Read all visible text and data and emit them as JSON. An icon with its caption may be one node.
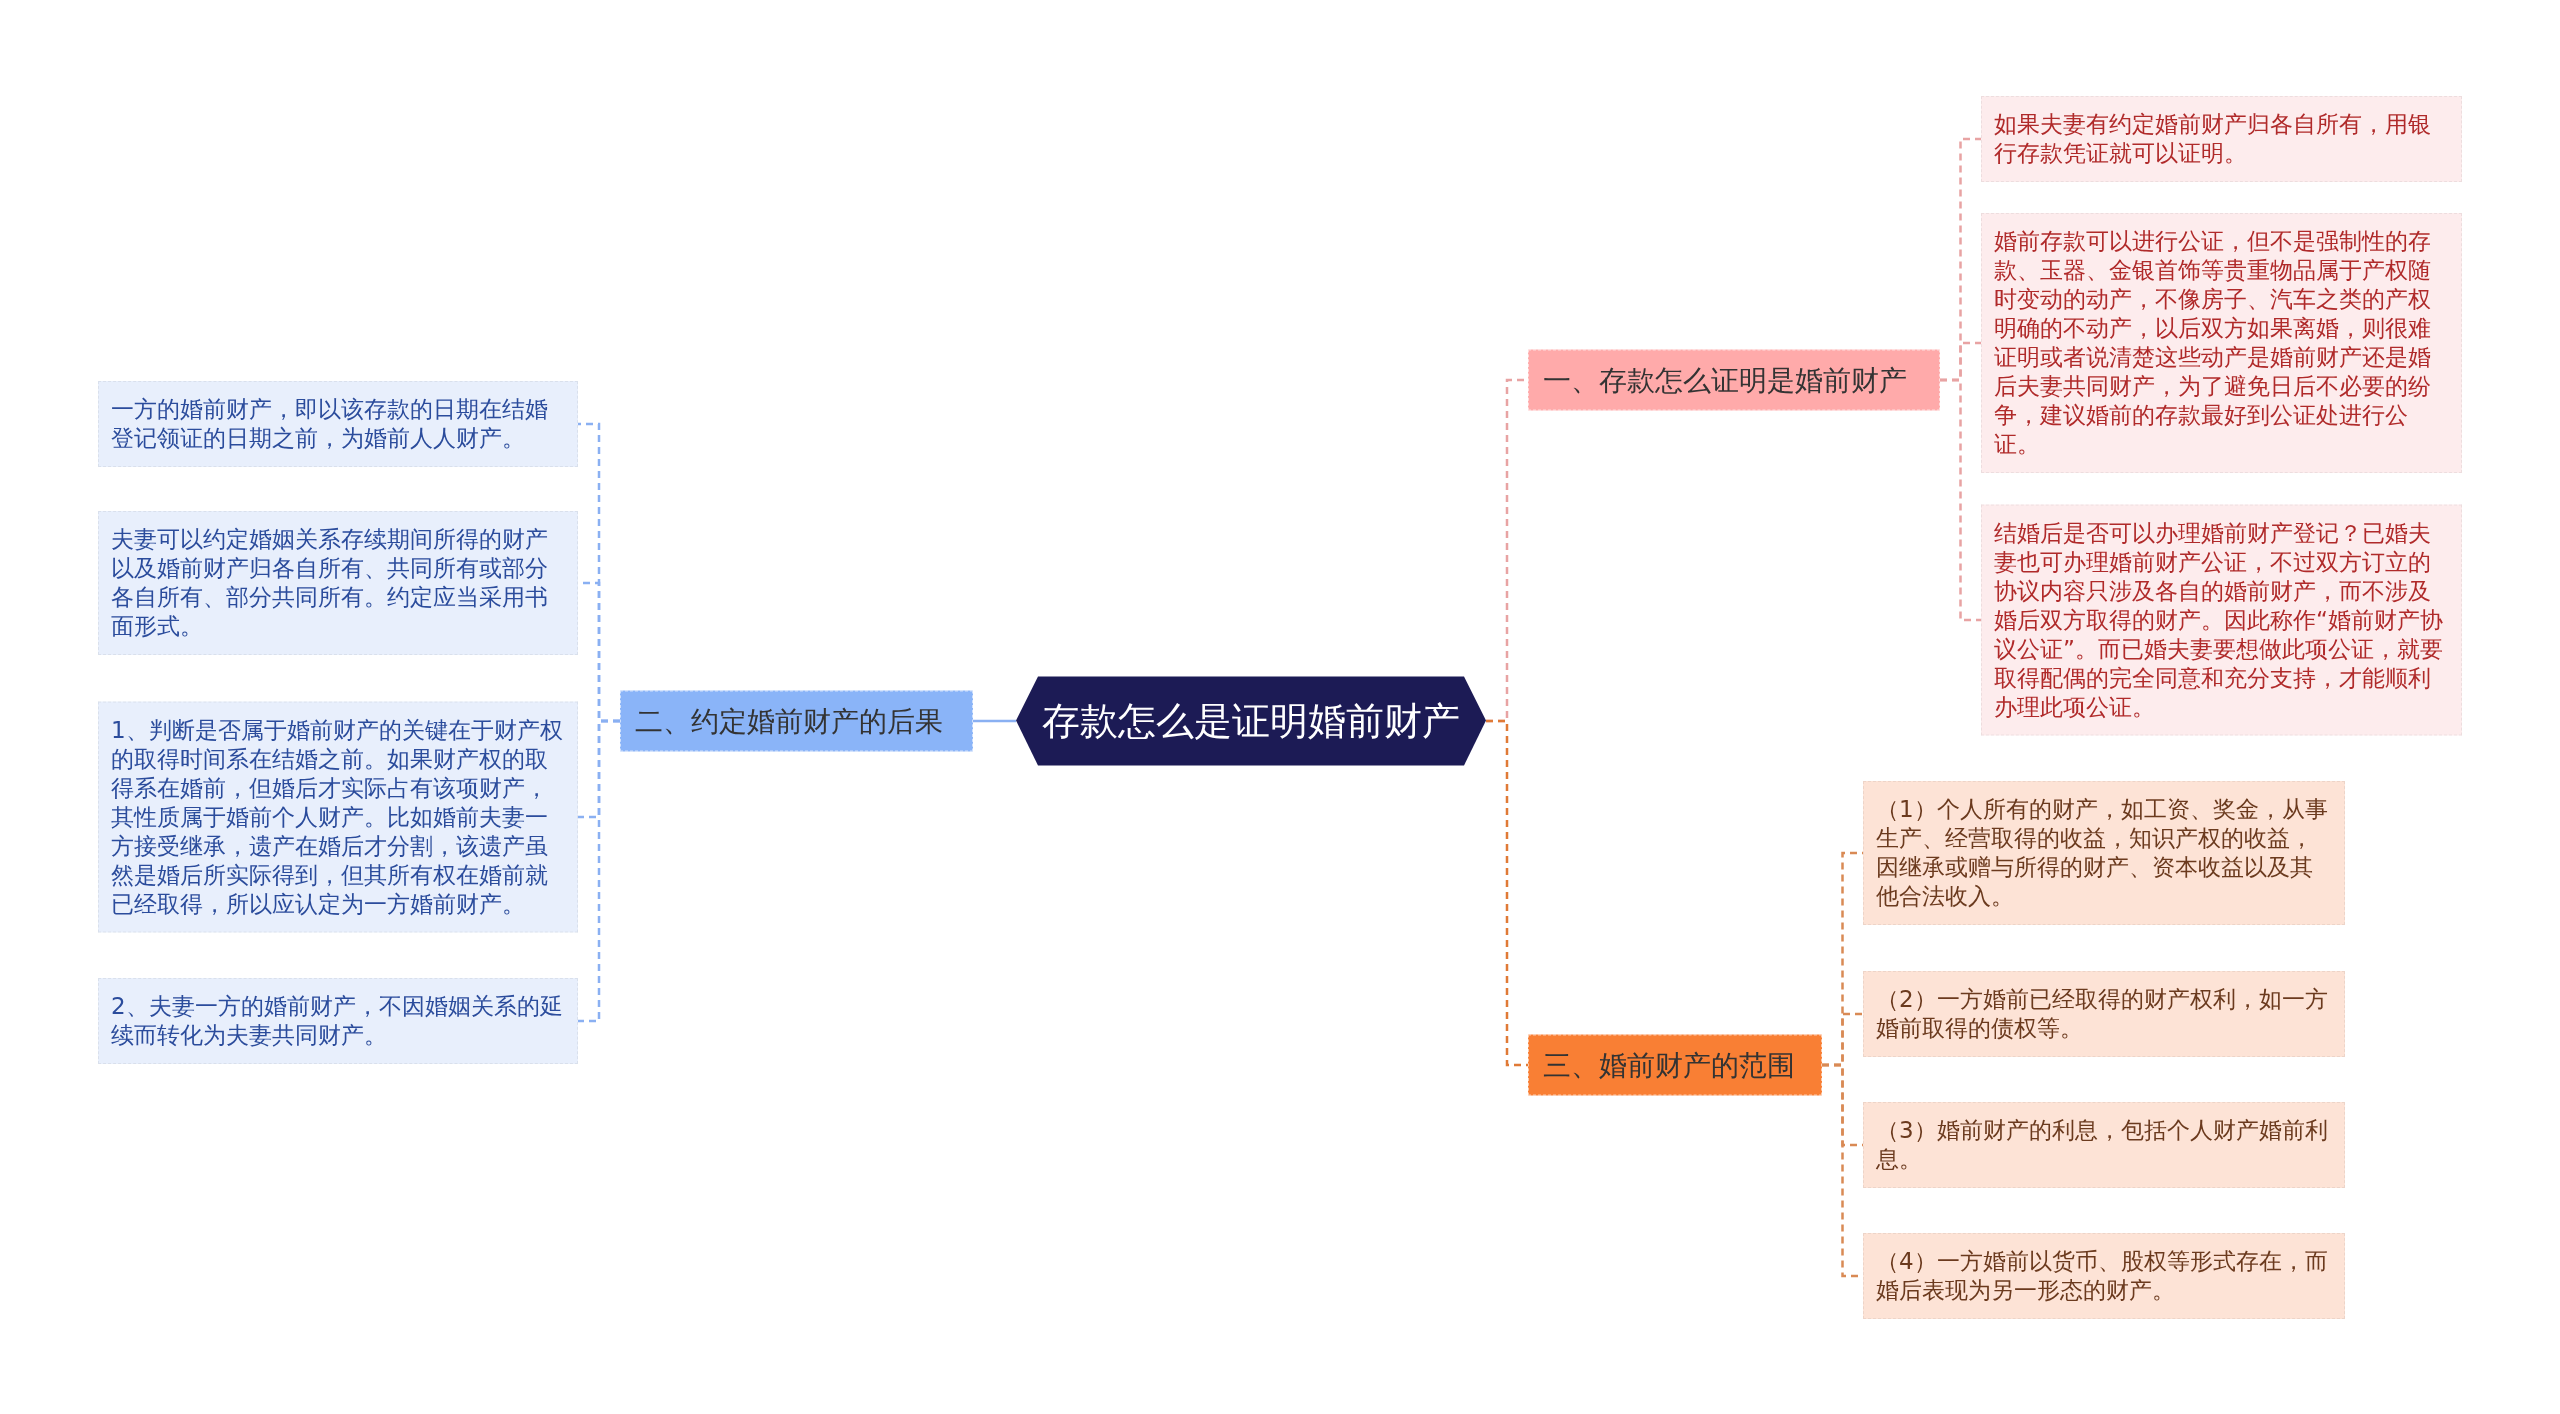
{
  "diagram": {
    "nodes": [
      {
        "text": [
          "存款怎么是证明婚前财产"
        ]
      },
      {
        "text": [
          "一、存款怎么证明是婚前财产"
        ]
      },
      {
        "text": [
          "如果夫妻有约定婚前财产归各自所有，用银行存款凭证就可以证明。"
        ]
      },
      {
        "text": [
          "婚前存款可以进行公证，但不是强制性的存款、玉器、金银首饰等贵重物品属于产权随时变动的动产，不像房子、汽车之类的产权明确的不动产，以后双方如果离婚，则很难证明或者说清楚这些动产是婚前财产还是婚后夫妻共同财产，为了避免日后不必要的纷争，建议婚前的存款最好到公证处进行公证。"
        ]
      },
      {
        "text": [
          "结婚后是否可以办理婚前财产登记？已婚夫妻也可办理婚前财产公证，不过双方订立的协议内容只涉及各自的婚前财产，而不涉及婚后双方取得的财产。因此称作“婚前财产协议公证”。而已婚夫妻要想做此项公证，就要取得配偶的完全同意和充分支持，才能顺利办理此项公证。"
        ]
      },
      {
        "text": [
          "三、婚前财产的范围"
        ]
      },
      {
        "text": [
          "（1）个人所有的财产，如工资、奖金，从事生产、经营取得的收益，知识产权的收益，因继承或赠与所得的财产、资本收益以及其他合法收入。"
        ]
      },
      {
        "text": [
          "（2）一方婚前已经取得的财产权利，如一方婚前取得的债权等。"
        ]
      },
      {
        "text": [
          "（3）婚前财产的利息，包括个人财产婚前利息。"
        ]
      },
      {
        "text": [
          "（4）一方婚前以货币、股权等形式存在，而婚后表现为另一形态的财产。"
        ]
      },
      {
        "text": [
          "二、约定婚前财产的后果"
        ]
      },
      {
        "text": [
          "一方的婚前财产，即以该存款的日期在结婚登记领证的日期之前，为婚前人人财产。"
        ]
      },
      {
        "text": [
          "夫妻可以约定婚姻关系存续期间所得的财产以及婚前财产归各自所有、共同所有或部分各自所有、部分共同所有。约定应当采用书面形式。"
        ]
      },
      {
        "text": [
          "1、判断是否属于婚前财产的关键在于财产权的取得时间系在结婚之前。如果财产权的取得系在婚前，但婚后才实际占有该项财产，其性质属于婚前个人财产。比如婚前夫妻一方接受继承，遗产在婚后才分割，该遗产虽然是婚后所实际得到，但其所有权在婚前就已经取得，所以应认定为一方婚前财产。"
        ]
      },
      {
        "text": [
          "2、夫妻一方的婚前财产，不因婚姻关系的延续而转化为夫妻共同财产。"
        ]
      }
    ],
    "edges": [
      {
        "from": 0,
        "to": 1,
        "arrow": "none",
        "style": "dashed",
        "color": "#e8a3a3"
      },
      {
        "from": 1,
        "to": 2,
        "arrow": "none",
        "style": "dashed",
        "color": "#e8a3a3"
      },
      {
        "from": 1,
        "to": 3,
        "arrow": "none",
        "style": "dashed",
        "color": "#e8a3a3"
      },
      {
        "from": 1,
        "to": 4,
        "arrow": "none",
        "style": "dashed",
        "color": "#e8a3a3"
      },
      {
        "from": 0,
        "to": 5,
        "arrow": "none",
        "style": "dashed",
        "color": "#e07a36"
      },
      {
        "from": 5,
        "to": 6,
        "arrow": "none",
        "style": "dashed",
        "color": "#d98a55"
      },
      {
        "from": 5,
        "to": 7,
        "arrow": "none",
        "style": "dashed",
        "color": "#d98a55"
      },
      {
        "from": 5,
        "to": 8,
        "arrow": "none",
        "style": "dashed",
        "color": "#d98a55"
      },
      {
        "from": 5,
        "to": 9,
        "arrow": "none",
        "style": "dashed",
        "color": "#d98a55"
      },
      {
        "from": 0,
        "to": 10,
        "arrow": "none",
        "color": "#8ab0f2"
      },
      {
        "from": 10,
        "to": 11,
        "arrow": "none",
        "style": "dashed",
        "color": "#8ab0f2"
      },
      {
        "from": 10,
        "to": 12,
        "arrow": "none",
        "style": "dashed",
        "color": "#8ab0f2"
      },
      {
        "from": 10,
        "to": 13,
        "arrow": "none",
        "style": "dashed",
        "color": "#8ab0f2"
      },
      {
        "from": 10,
        "to": 14,
        "arrow": "none",
        "style": "dashed",
        "color": "#8ab0f2"
      }
    ]
  }
}
